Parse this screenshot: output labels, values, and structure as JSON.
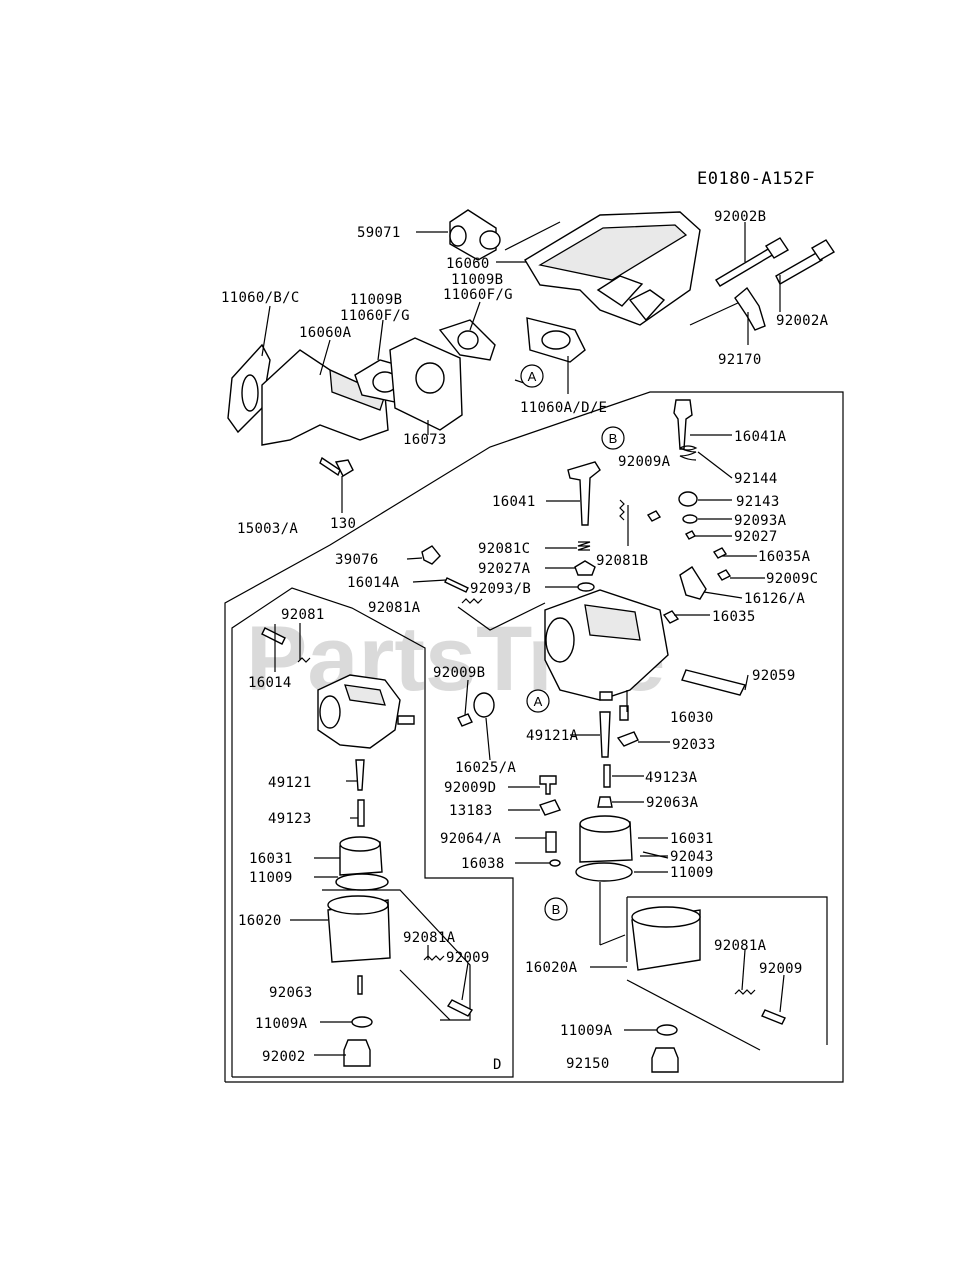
{
  "diagram_code": "E0180-A152F",
  "watermark": "PartsTree",
  "callouts": [
    "A",
    "B",
    "A",
    "B"
  ],
  "section_marker": "D",
  "labels": [
    "59071",
    "92002B",
    "16060",
    "11009B",
    "11060F/G",
    "11060/B/C",
    "11009B",
    "11060F/G",
    "16060A",
    "92002A",
    "92170",
    "11060A/D/E",
    "16073",
    "130",
    "15003/A",
    "16041A",
    "92009A",
    "92144",
    "16041",
    "92143",
    "92093A",
    "92027",
    "92081C",
    "92081B",
    "16035A",
    "39076",
    "92027A",
    "92009C",
    "16014A",
    "92093/B",
    "16126/A",
    "92081A",
    "16035",
    "92081",
    "16014",
    "92009B",
    "92059",
    "16030",
    "49121A",
    "92033",
    "16025/A",
    "49121",
    "92009D",
    "49123A",
    "92063A",
    "49123",
    "13183",
    "92064/A",
    "16031",
    "16031",
    "92043",
    "16038",
    "11009",
    "11009",
    "16020",
    "92081A",
    "92009",
    "16020A",
    "92081A",
    "92009",
    "92063",
    "11009A",
    "11009A",
    "92002",
    "92150"
  ]
}
